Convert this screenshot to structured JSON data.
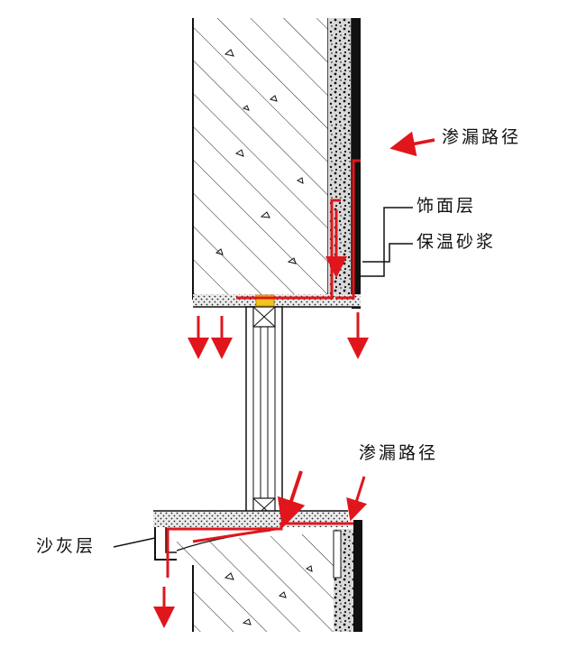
{
  "labels": {
    "leak_path_top": "渗漏路径",
    "finish_layer": "饰面层",
    "insulation_mortar": "保温砂浆",
    "leak_path_bottom": "渗漏路径",
    "plaster_layer": "沙灰层"
  },
  "colors": {
    "leak": "#e0161c",
    "line": "#111111",
    "sealant": "#f2c51c",
    "background": "#ffffff"
  },
  "icons": {
    "leak_arrow": "red-arrow-icon",
    "window_glass": "window-pane-icon"
  }
}
